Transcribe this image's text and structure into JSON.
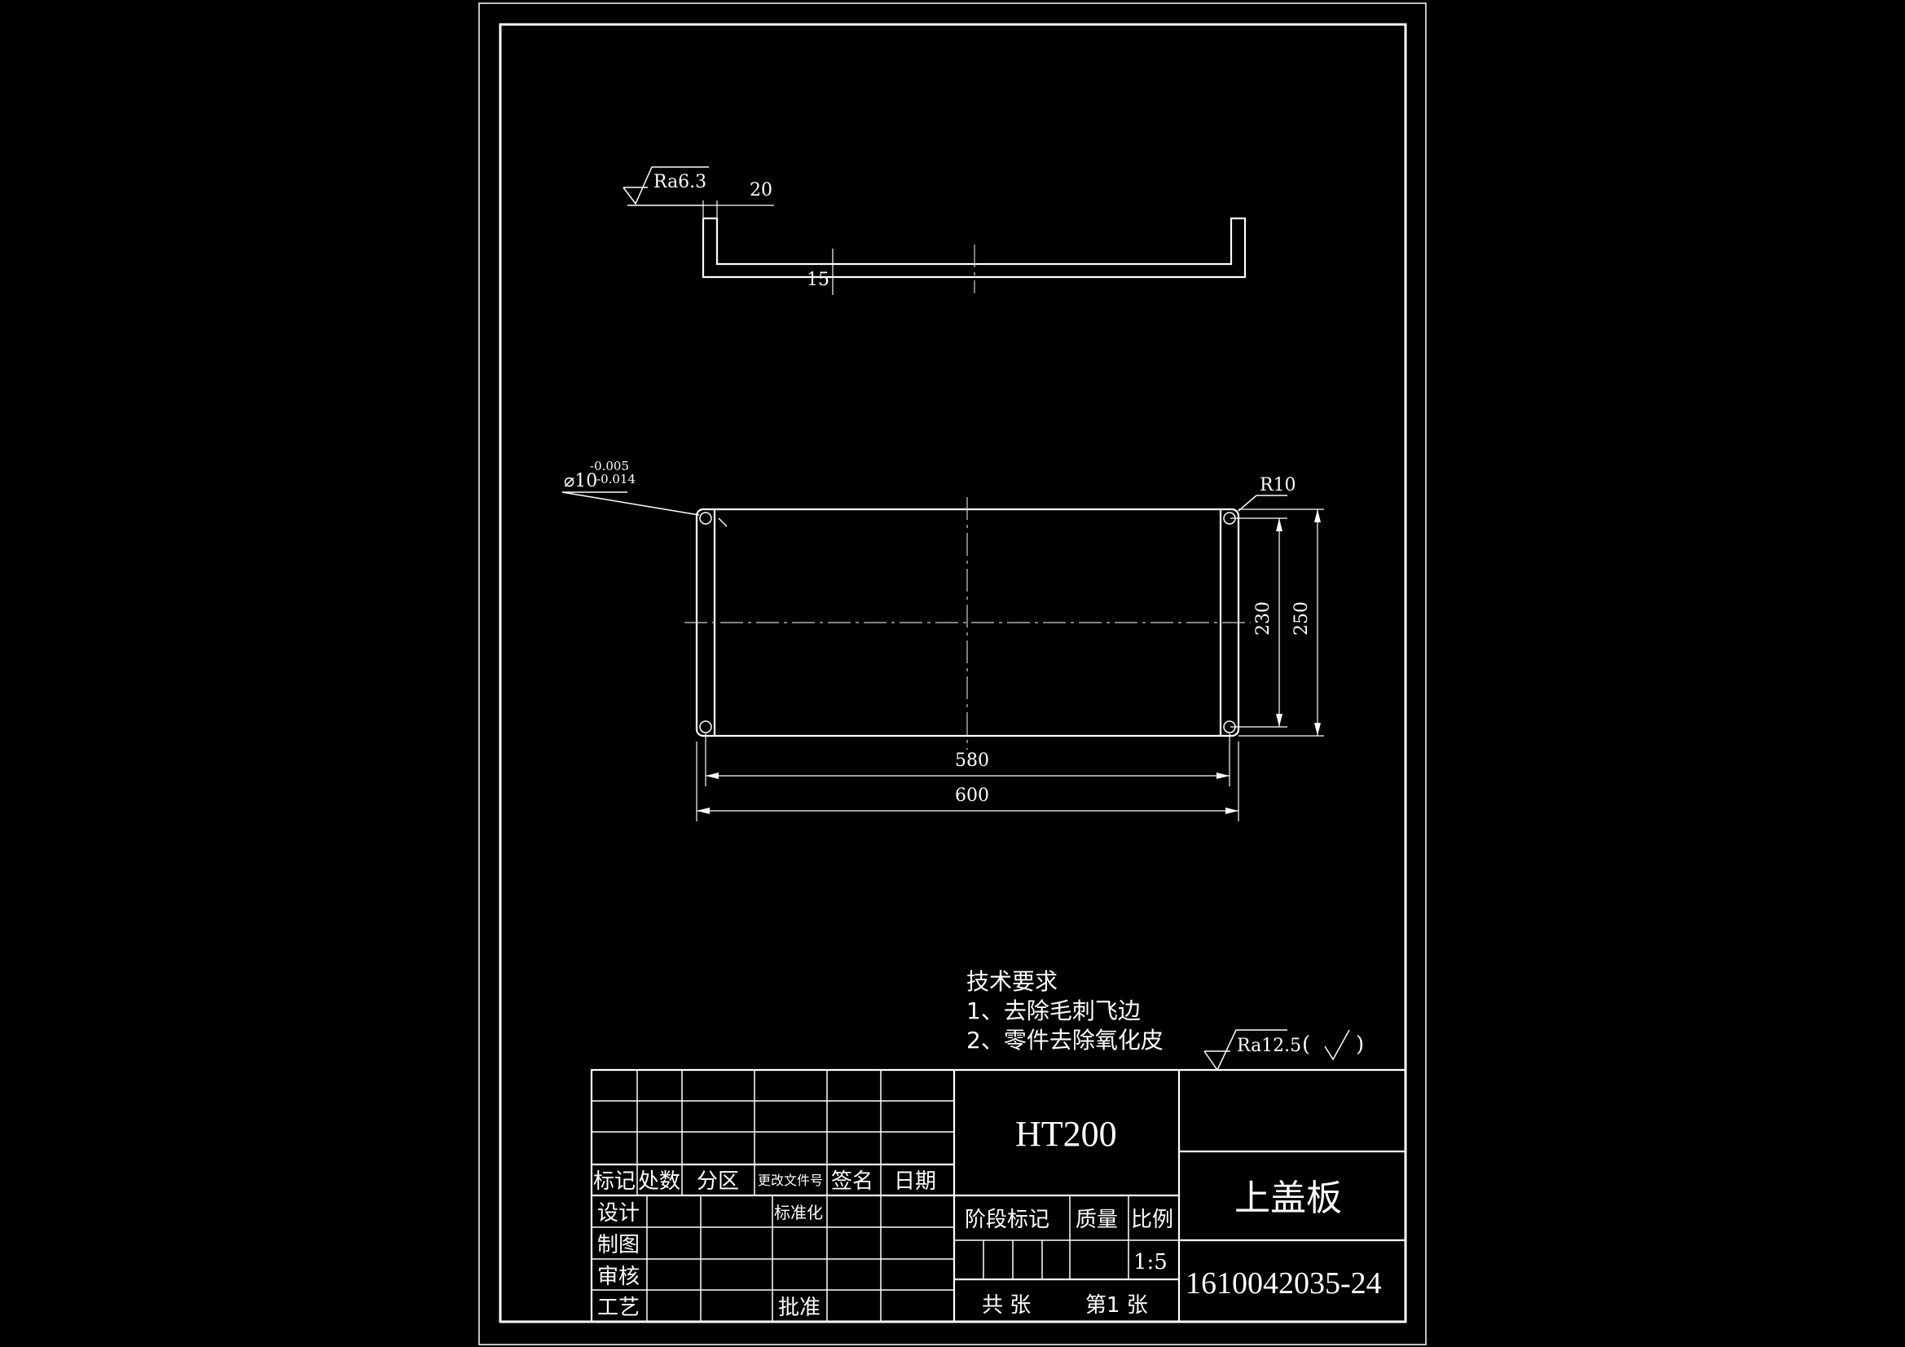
{
  "drawing": {
    "roughness_top": "Ra6.3",
    "dim_flange_width": "20",
    "dim_thickness": "15",
    "hole_spec_main": "⌀10",
    "hole_tol_upper": "-0.005",
    "hole_tol_lower": "-0.014",
    "dim_radius": "R10",
    "dim_inner_height": "230",
    "dim_outer_height": "250",
    "dim_inner_length": "580",
    "dim_outer_length": "600",
    "roughness_general": "Ra12.5",
    "roughness_paren_open": "(",
    "roughness_paren_close": ")"
  },
  "tech_requirements": {
    "title": "技术要求",
    "items": [
      "1、去除毛刺飞边",
      "2、零件去除氧化皮"
    ]
  },
  "title_block": {
    "col_headers": [
      "标记",
      "处数",
      "分区",
      "更改文件号",
      "签名",
      "日期"
    ],
    "roles": [
      "设计",
      "制图",
      "审核",
      "工艺"
    ],
    "standardization": "标准化",
    "approval": "批准",
    "material": "HT200",
    "stage_mark": "阶段标记",
    "mass": "质量",
    "scale_label": "比例",
    "scale_value": "1:5",
    "sheet_total": "共  张",
    "sheet_num": "第1 张",
    "part_name": "上盖板",
    "drawing_number": "1610042035-24"
  }
}
